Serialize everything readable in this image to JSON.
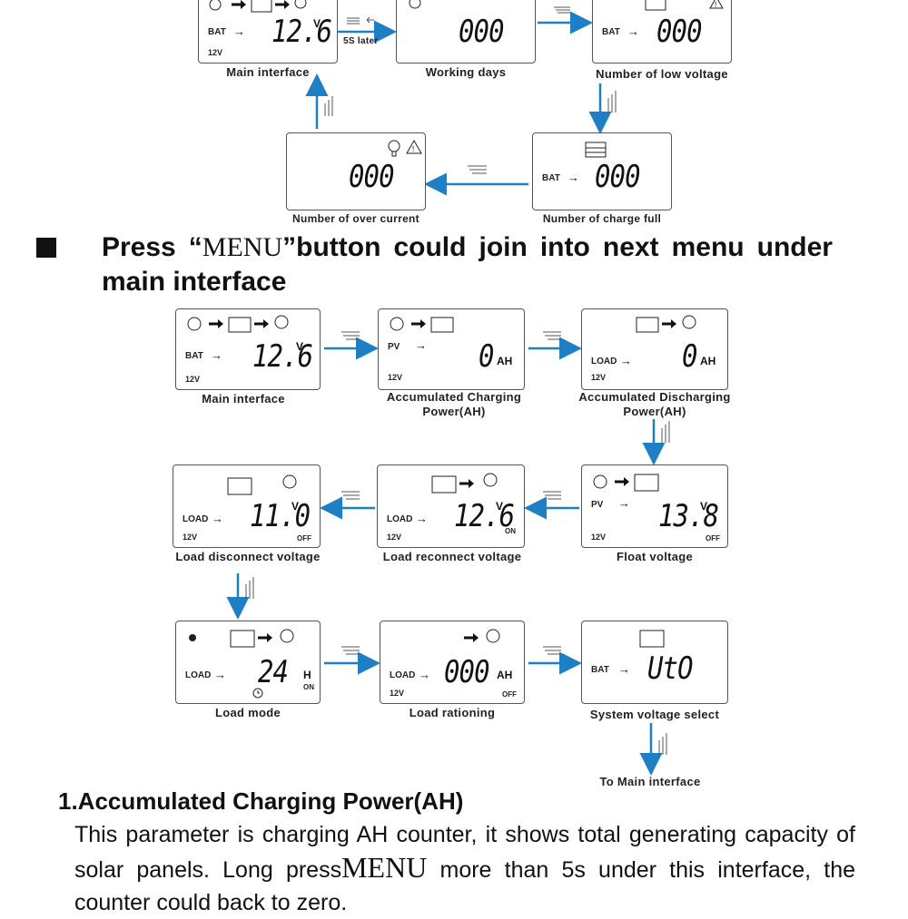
{
  "top_flow": {
    "main": {
      "bat": "BAT",
      "value": "12.6",
      "unit": "V",
      "sys": "12V",
      "caption": "Main interface"
    },
    "delay_label": "5S later",
    "working_days": {
      "value": "000",
      "caption": "Working days"
    },
    "low_voltage": {
      "bat": "BAT",
      "value": "000",
      "caption": "Number of low voltage"
    },
    "over_current": {
      "value": "000",
      "caption": "Number of over current"
    },
    "charge_full": {
      "bat": "BAT",
      "value": "000",
      "caption": "Number of charge full"
    }
  },
  "heading": {
    "pre": "Press “",
    "menu": "MENU",
    "post": "”button could join into next menu under main interface"
  },
  "menu_flow": {
    "main": {
      "bat": "BAT",
      "value": "12.6",
      "unit": "V",
      "sys": "12V",
      "caption": "Main interface"
    },
    "acc_charge": {
      "pv": "PV",
      "value": "0",
      "unit": "AH",
      "sys": "12V",
      "caption": "Accumulated Charging Power(AH)"
    },
    "acc_discharge": {
      "load": "LOAD",
      "value": "0",
      "unit": "AH",
      "sys": "12V",
      "caption": "Accumulated Discharging Power(AH)"
    },
    "float_voltage": {
      "pv": "PV",
      "value": "13.8",
      "unit": "V",
      "sys": "12V",
      "state": "OFF",
      "caption": "Float voltage"
    },
    "reconnect": {
      "load": "LOAD",
      "value": "12.6",
      "unit": "V",
      "sys": "12V",
      "state": "ON",
      "caption": "Load reconnect voltage"
    },
    "disconnect": {
      "load": "LOAD",
      "value": "11.0",
      "unit": "V",
      "sys": "12V",
      "state": "OFF",
      "caption": "Load disconnect voltage"
    },
    "load_mode": {
      "load": "LOAD",
      "value": "24",
      "unit": "H",
      "state": "ON",
      "caption": "Load mode"
    },
    "load_rationing": {
      "load": "LOAD",
      "value": "000",
      "unit": "AH",
      "sys": "12V",
      "state": "OFF",
      "caption": "Load rationing"
    },
    "system_voltage": {
      "bat": "BAT",
      "value": "UtO",
      "caption": "System voltage select"
    },
    "to_main": "To Main interface"
  },
  "section": {
    "title": "1.Accumulated Charging Power(AH)",
    "text_1": "This parameter is charging AH counter, it shows total generating capacity of solar panels. Long press",
    "menu": "MENU",
    "text_2": " more than 5s under this interface, the counter could back to zero."
  }
}
